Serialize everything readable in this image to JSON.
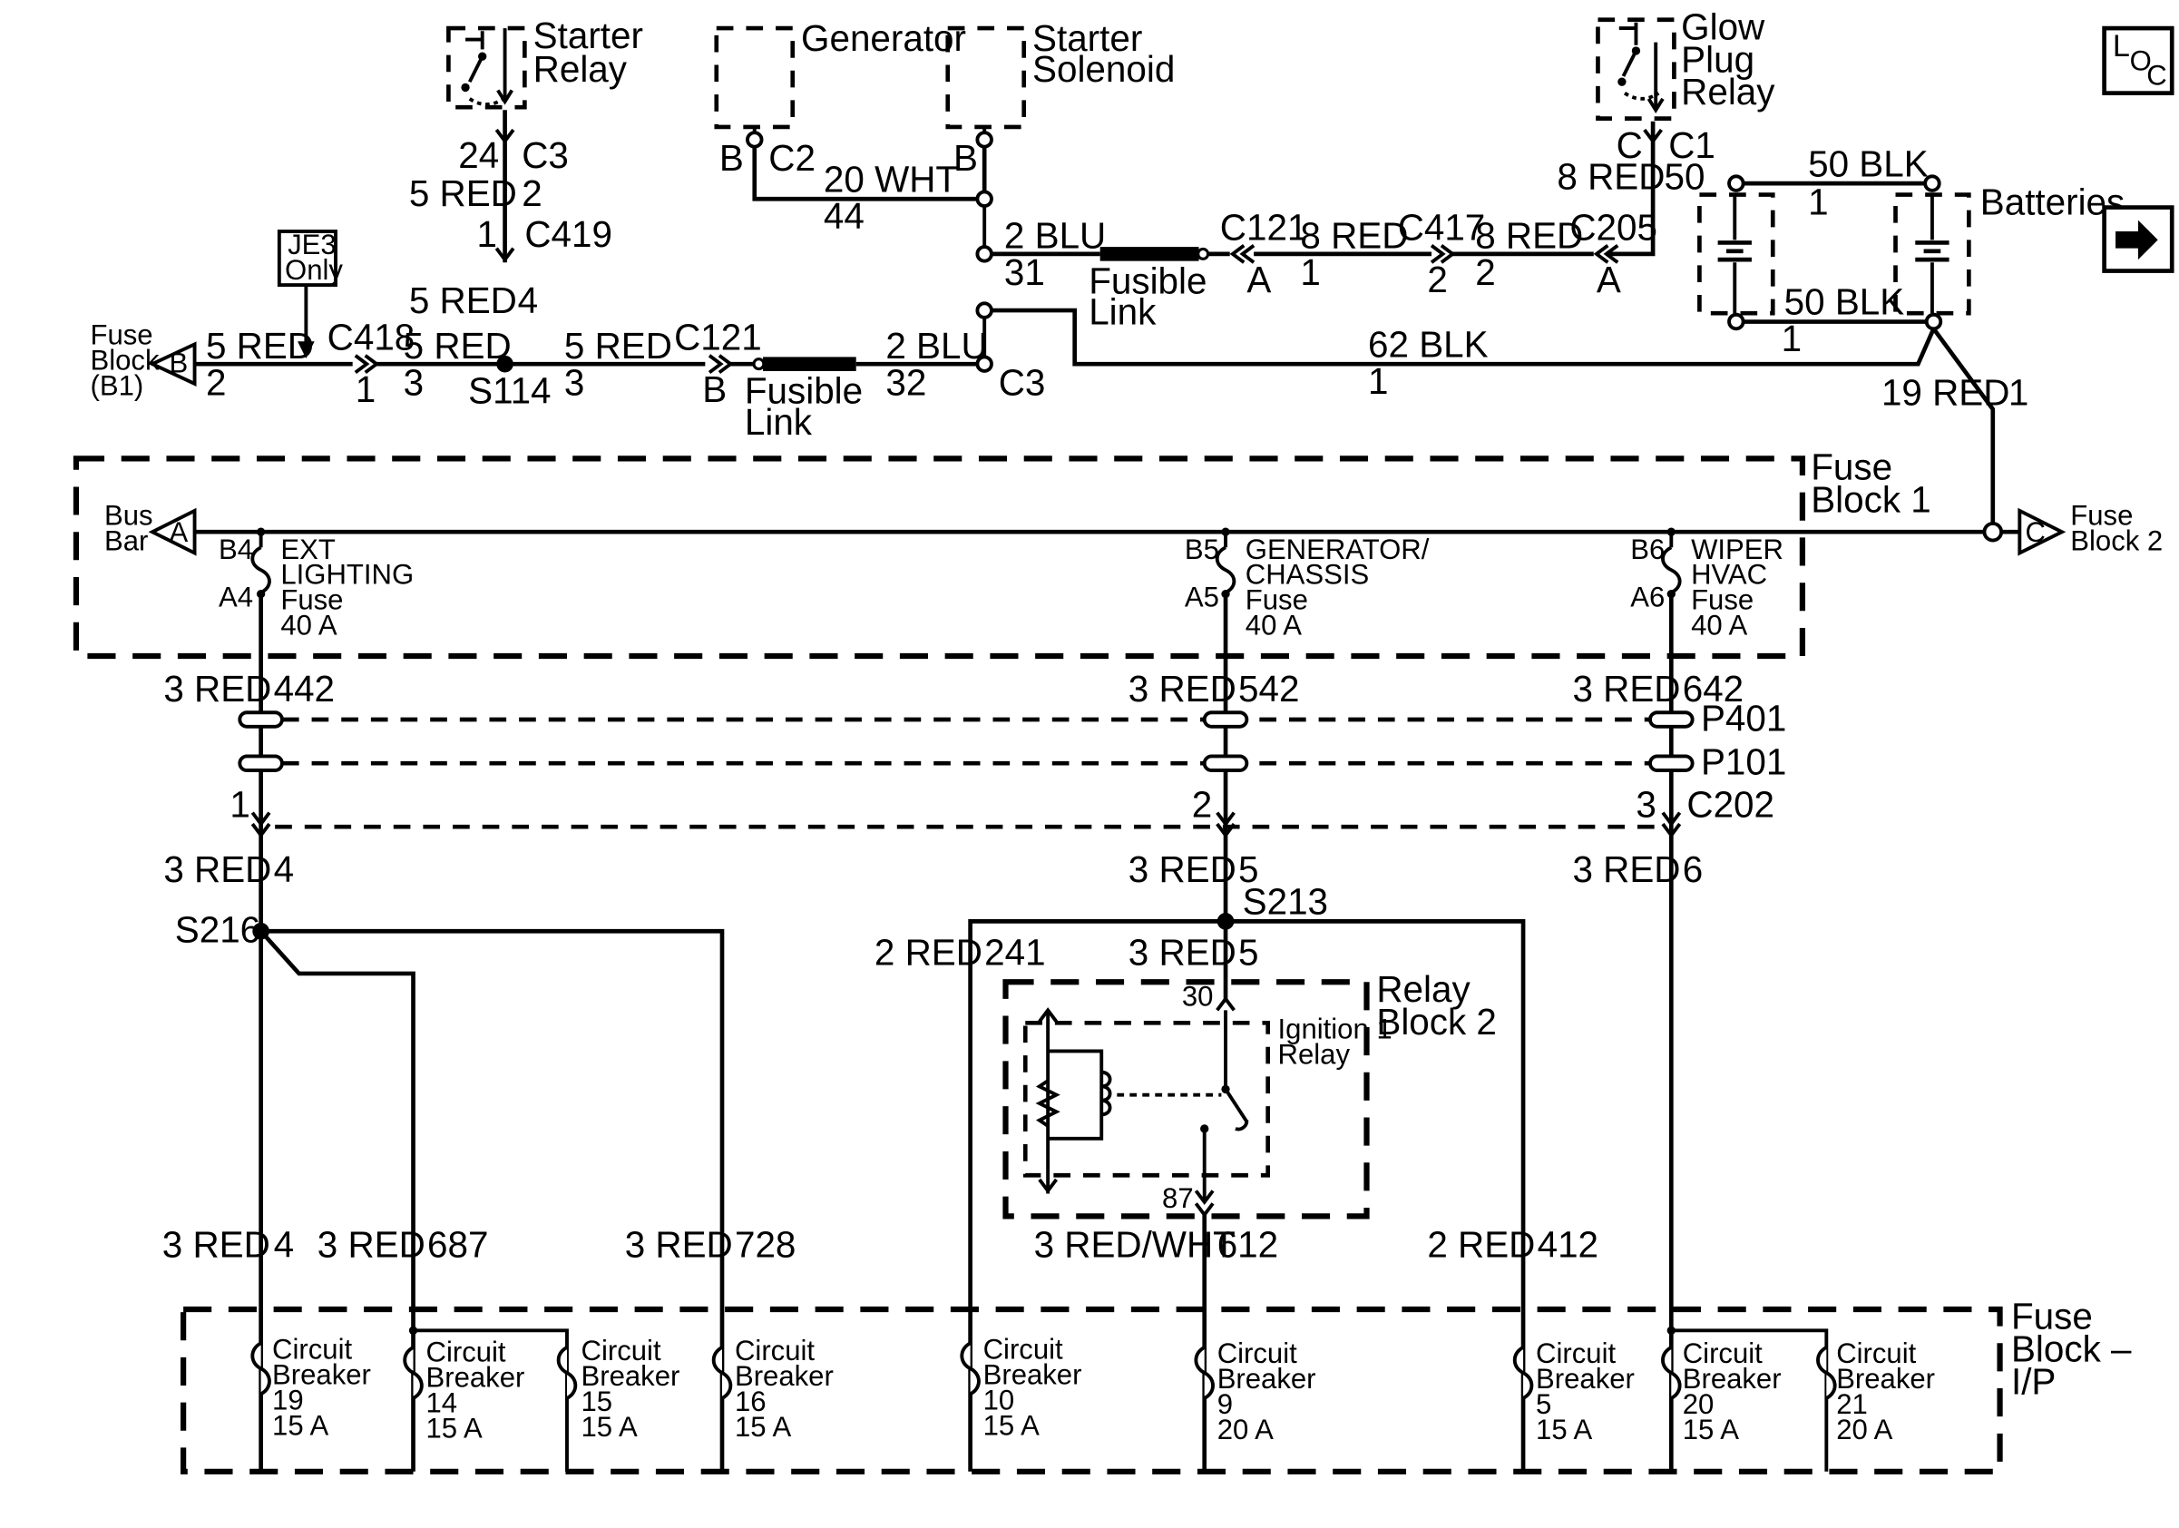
{
  "components": {
    "starter_relay": [
      "Starter",
      "Relay"
    ],
    "generator": "Generator",
    "starter_solenoid": [
      "Starter",
      "Solenoid"
    ],
    "glow_plug_relay": [
      "Glow",
      "Plug",
      "Relay"
    ],
    "batteries": "Batteries",
    "loc_icon": [
      "L",
      "O",
      "C"
    ],
    "je3_only": [
      "JE3",
      "Only"
    ],
    "fuse_block_b1": [
      "Fuse",
      "Block",
      "(B1)"
    ],
    "fusible_link_1": [
      "Fusible",
      "Link"
    ],
    "fusible_link_2": [
      "Fusible",
      "Link"
    ],
    "fuse_block_1": [
      "Fuse",
      "Block 1"
    ],
    "bus_bar": [
      "Bus",
      "Bar"
    ],
    "fuse_block_2": [
      "Fuse",
      "Block 2"
    ],
    "relay_block_2": [
      "Relay",
      "Block 2"
    ],
    "ignition_relay": [
      "Ignition 1",
      "Relay"
    ],
    "fuse_block_ip": [
      "Fuse",
      "Block –",
      "I/P"
    ]
  },
  "connector_letters": {
    "b": "B",
    "a": "A",
    "c": "C"
  },
  "top_labels": {
    "sr_24": "24",
    "sr_c3": "C3",
    "w_5red_2": "5 RED",
    "n_2": "2",
    "n_1_c419": "1",
    "c419": "C419",
    "w_5red_4": "5 RED",
    "n_4": "4",
    "gen_b": "B",
    "gen_c2": "C2",
    "sol_b": "B",
    "w_20wht": "20 WHT",
    "n_44": "44",
    "w_2blu_31": "2 BLU",
    "n_31": "31",
    "w_2blu_32": "2 BLU",
    "n_32": "32",
    "c3_sol": "C3",
    "c121_top": "C121",
    "c121_a": "A",
    "w_8red_1": "8 RED",
    "n_1_a": "1",
    "c417": "C417",
    "n_2_c417": "2",
    "w_8red_2": "8 RED",
    "n_2_b": "2",
    "c205": "C205",
    "c205_a": "A",
    "gp_c": "C",
    "gp_c1": "C1",
    "w_8red_gp": "8 RED",
    "n_50": "50",
    "w_50blk_top": "50 BLK",
    "n_1_bt": "1",
    "w_50blk_bot": "50 BLK",
    "n_1_bb": "1",
    "w_62blk": "62 BLK",
    "n_1_62": "1",
    "w_19red": "19 RED",
    "n_1_19": "1",
    "w_5red_fb": "5 RED",
    "n_2_fb": "2",
    "c418": "C418",
    "n_1_c418": "1",
    "w_5red_s114": "5 RED",
    "n_3_s114": "3",
    "s114": "S114",
    "w_5red_c121": "5 RED",
    "n_3_c121": "3",
    "c121_b_top": "C121",
    "c121_b": "B"
  },
  "fuses": [
    {
      "b": "B4",
      "a": "A4",
      "name": [
        "EXT",
        "LIGHTING",
        "Fuse",
        "40 A"
      ]
    },
    {
      "b": "B5",
      "a": "A5",
      "name": [
        "GENERATOR/",
        "CHASSIS",
        "Fuse",
        "40 A"
      ]
    },
    {
      "b": "B6",
      "a": "A6",
      "name": [
        "WIPER",
        "HVAC",
        "Fuse",
        "40 A"
      ]
    }
  ],
  "mid_labels": {
    "w_3red_442": "3 RED",
    "n_442": "442",
    "w_3red_542": "3 RED",
    "n_542": "542",
    "w_3red_642": "3 RED",
    "n_642": "642",
    "p401": "P401",
    "p101": "P101",
    "n_1_c202": "1",
    "n_2_c202": "2",
    "n_3_c202": "3",
    "c202": "C202",
    "w_3red_4": "3 RED",
    "n_4_a": "4",
    "w_3red_5": "3 RED",
    "n_5_a": "5",
    "w_3red_6": "3 RED",
    "n_6": "6",
    "s216": "S216",
    "s213": "S213",
    "w_2red_241": "2 RED",
    "n_241": "241",
    "w_3red_5b": "3 RED",
    "n_5_b": "5",
    "n_30": "30",
    "n_87": "87"
  },
  "bottom_labels": {
    "w_3red_4b": "3 RED",
    "n_4_b": "4",
    "w_3red_687": "3 RED",
    "n_687": "687",
    "w_3red_728": "3 RED",
    "n_728": "728",
    "w_3redwht": "3 RED/WHT",
    "n_612": "612",
    "w_2red_412": "2 RED",
    "n_412": "412"
  },
  "breakers": [
    {
      "num": "19",
      "amp": "15 A"
    },
    {
      "num": "14",
      "amp": "15 A"
    },
    {
      "num": "15",
      "amp": "15 A"
    },
    {
      "num": "16",
      "amp": "15 A"
    },
    {
      "num": "10",
      "amp": "15 A"
    },
    {
      "num": "9",
      "amp": "20 A"
    },
    {
      "num": "5",
      "amp": "15 A"
    },
    {
      "num": "20",
      "amp": "15 A"
    },
    {
      "num": "21",
      "amp": "20 A"
    }
  ],
  "breaker_label": [
    "Circuit",
    "Breaker"
  ],
  "icons": {
    "loc": "location-icon",
    "arrow": "right-arrow-icon"
  }
}
